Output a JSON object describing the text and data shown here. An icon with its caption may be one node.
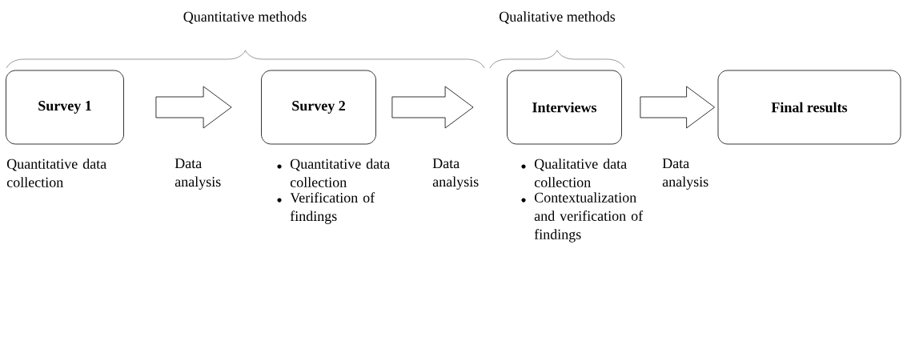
{
  "diagram": {
    "nodes": [
      {
        "text": [
          "Survey 1"
        ],
        "beside": [
          "Quantitative data collection"
        ]
      },
      {
        "text": [
          "Survey 2"
        ],
        "beside": [
          "Quantitative data collection",
          "Verification of findings"
        ]
      },
      {
        "text": [
          "Interviews"
        ],
        "beside": [
          "Qualitative data collection",
          "Contextualization and verification of findings"
        ]
      },
      {
        "text": [
          "Final results"
        ]
      }
    ],
    "edges": [
      {
        "from": 0,
        "to": 1,
        "arrow": "to",
        "label": "Data analysis"
      },
      {
        "from": 1,
        "to": 2,
        "arrow": "to",
        "label": "Data analysis"
      },
      {
        "from": 2,
        "to": 3,
        "arrow": "to",
        "label": "Data analysis"
      }
    ],
    "labels": [
      "Quantitative methods",
      "Qualitative methods"
    ]
  }
}
